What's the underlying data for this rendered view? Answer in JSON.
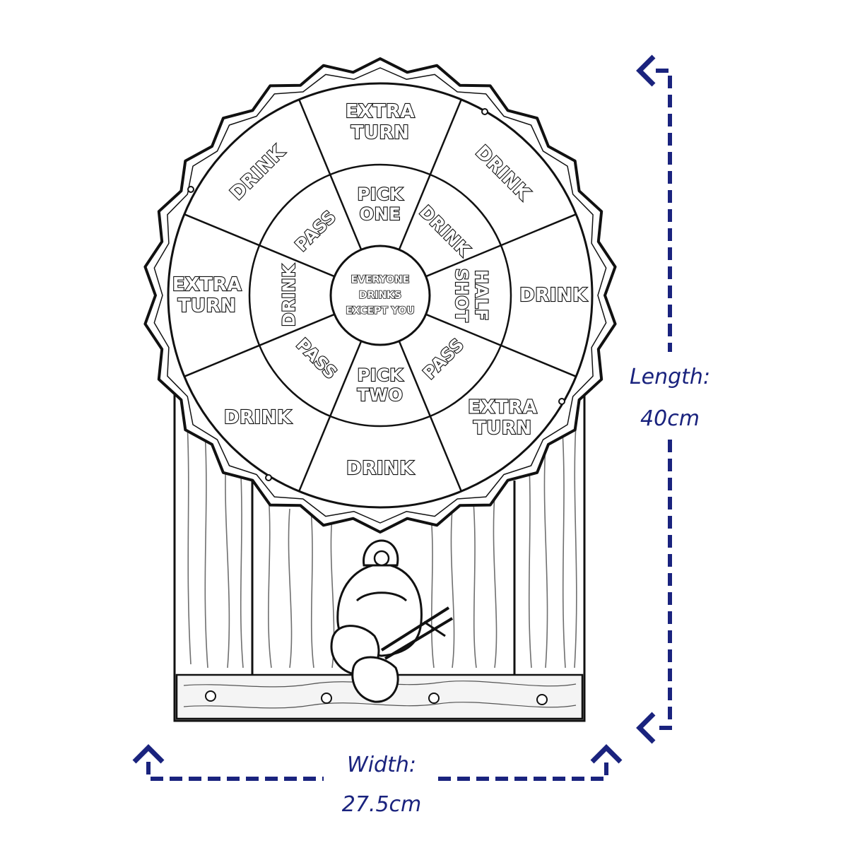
{
  "dartboard": {
    "outer_ring": [
      {
        "lines": [
          "EXTRA",
          "TURN"
        ]
      },
      {
        "lines": [
          "DRINK"
        ]
      },
      {
        "lines": [
          "DRINK"
        ]
      },
      {
        "lines": [
          "EXTRA",
          "TURN"
        ]
      },
      {
        "lines": [
          "DRINK"
        ]
      },
      {
        "lines": [
          "DRINK"
        ]
      },
      {
        "lines": [
          "EXTRA",
          "TURN"
        ]
      },
      {
        "lines": [
          "DRINK"
        ]
      }
    ],
    "inner_ring": [
      {
        "lines": [
          "PICK",
          "ONE"
        ]
      },
      {
        "lines": [
          "DRINK"
        ]
      },
      {
        "lines": [
          "HALF",
          "SHOT"
        ]
      },
      {
        "lines": [
          "PASS"
        ]
      },
      {
        "lines": [
          "PICK",
          "TWO"
        ]
      },
      {
        "lines": [
          "PASS"
        ]
      },
      {
        "lines": [
          "DRINK"
        ]
      },
      {
        "lines": [
          "PASS"
        ]
      }
    ],
    "center_lines": [
      "EVERYONE",
      "DRINKS",
      "EXCEPT YOU"
    ]
  },
  "dimensions": {
    "length_label": "Length:",
    "length_value": "40cm",
    "width_label": "Width:",
    "width_value": "27.5cm",
    "color": "#1a237e"
  }
}
